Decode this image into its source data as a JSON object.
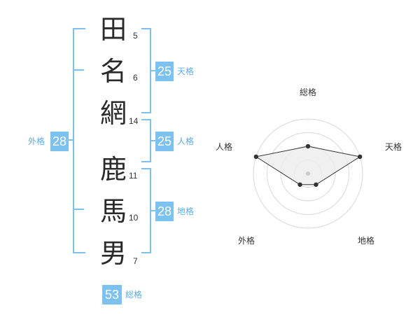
{
  "colors": {
    "accent": "#7cc2f0",
    "score_bg": "#7cc2f0",
    "label_text": "#5aaee6",
    "radar_fill": "#ececec",
    "radar_line": "#333333",
    "grid": "#d9d9d9"
  },
  "name": {
    "chars": [
      {
        "char": "田",
        "strokes": "5"
      },
      {
        "char": "名",
        "strokes": "6"
      },
      {
        "char": "網",
        "strokes": "14"
      },
      {
        "char": "鹿",
        "strokes": "11"
      },
      {
        "char": "馬",
        "strokes": "10"
      },
      {
        "char": "男",
        "strokes": "7"
      }
    ]
  },
  "scores": {
    "tenkaku": {
      "value": "25",
      "label": "天格"
    },
    "jinkaku": {
      "value": "25",
      "label": "人格"
    },
    "chikaku": {
      "value": "28",
      "label": "地格"
    },
    "gaikaku": {
      "value": "28",
      "label": "外格"
    },
    "soukaku": {
      "value": "53",
      "label": "総格"
    }
  },
  "chart_data": {
    "type": "radar",
    "axes": [
      "総格",
      "天格",
      "地格",
      "外格",
      "人格"
    ],
    "rings": 4,
    "max": 4,
    "values": [
      2,
      4,
      1,
      1,
      4
    ]
  }
}
